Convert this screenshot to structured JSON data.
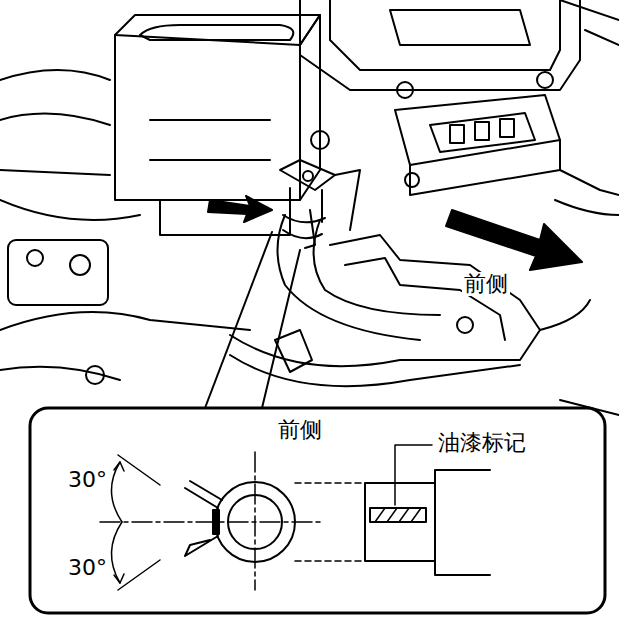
{
  "diagram": {
    "labels": [
      "前侧",
      "前侧",
      "油漆标记",
      "30°",
      "30°"
    ]
  }
}
